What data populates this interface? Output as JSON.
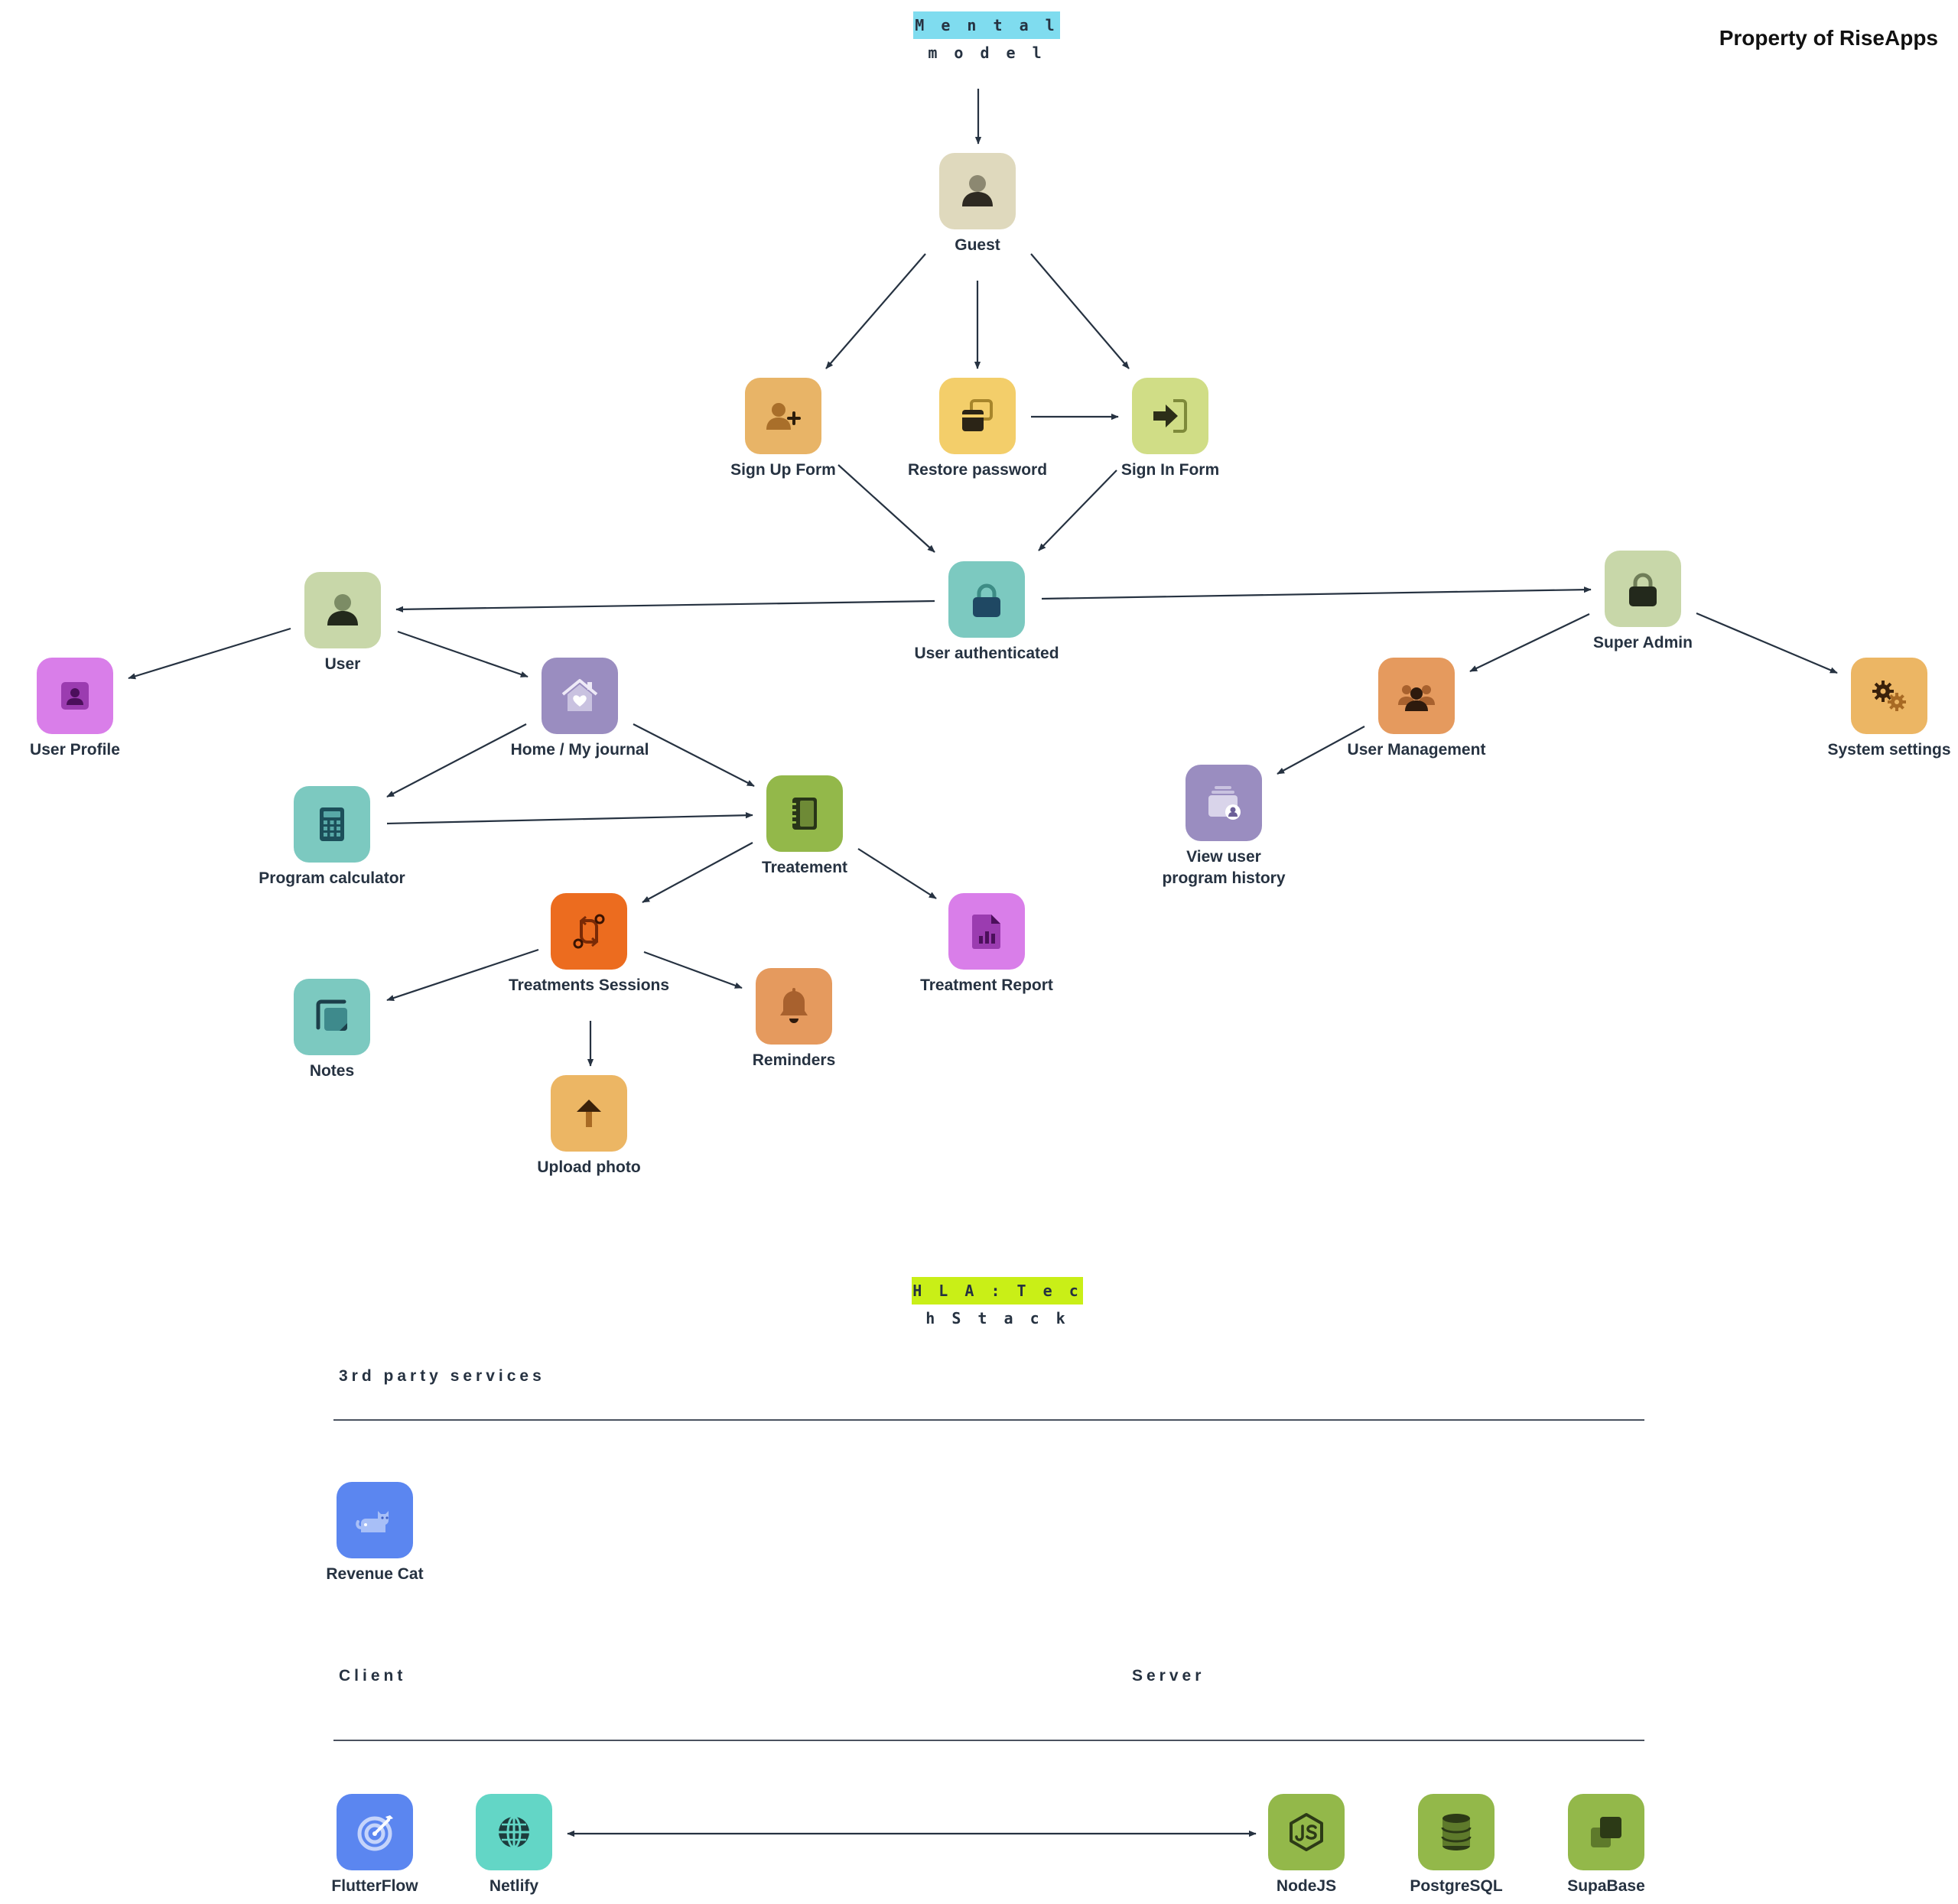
{
  "owner_label": "Property of RiseApps",
  "mental_model": {
    "title": "M e n t a l  m o d e l",
    "title_color": "#7fdcef",
    "nodes": {
      "guest": {
        "label": "Guest",
        "color": "#dfd9bd",
        "icon": "person-icon"
      },
      "sign_up": {
        "label": "Sign Up Form",
        "color": "#e8b467",
        "icon": "person-add-icon"
      },
      "restore": {
        "label": "Restore password",
        "color": "#f3ce6a",
        "icon": "restore-icon"
      },
      "sign_in": {
        "label": "Sign In Form",
        "color": "#d0dd86",
        "icon": "sign-in-icon"
      },
      "authenticated": {
        "label": "User authenticated",
        "color": "#7cc9c0",
        "icon": "lock-icon"
      },
      "user": {
        "label": "User",
        "color": "#c8d7a9",
        "icon": "person-icon"
      },
      "super_admin": {
        "label": "Super Admin",
        "color": "#c8d7a9",
        "icon": "lock-icon"
      },
      "user_profile": {
        "label": "User Profile",
        "color": "#d97ee9",
        "icon": "profile-card-icon"
      },
      "home": {
        "label": "Home / My journal",
        "color": "#9a8dc0",
        "icon": "home-heart-icon"
      },
      "user_management": {
        "label": "User Management",
        "color": "#e59a5e",
        "icon": "group-icon"
      },
      "system_settings": {
        "label": "System settings",
        "color": "#ecb664",
        "icon": "gears-icon"
      },
      "program_calculator": {
        "label": "Program calculator",
        "color": "#7cc9c0",
        "icon": "calculator-icon"
      },
      "treatment": {
        "label": "Treatement",
        "color": "#93b84a",
        "icon": "notebook-icon"
      },
      "view_history": {
        "label_lines": [
          "View user",
          "program history"
        ],
        "color": "#9a8dc0",
        "icon": "history-icon"
      },
      "sessions": {
        "label": "Treatments Sessions",
        "color": "#ec6c1f",
        "icon": "swap-icon"
      },
      "treatment_report": {
        "label": "Treatment Report",
        "color": "#d97ee9",
        "icon": "report-icon"
      },
      "notes": {
        "label": "Notes",
        "color": "#7cc9c0",
        "icon": "notes-icon"
      },
      "reminders": {
        "label": "Reminders",
        "color": "#e59a5e",
        "icon": "bell-icon"
      },
      "upload_photo": {
        "label": "Upload photo",
        "color": "#ecb664",
        "icon": "upload-icon"
      }
    }
  },
  "tech_stack": {
    "title": "H L A : T e c h  S t a c k",
    "title_color": "#c9ef17",
    "third_party_heading": "3rd party services",
    "client_heading": "Client",
    "server_heading": "Server",
    "items": {
      "revenue_cat": {
        "label": "Revenue Cat",
        "color": "#5b86f0",
        "icon": "cat-icon"
      },
      "flutterflow": {
        "label": "FlutterFlow",
        "color": "#5b86f0",
        "icon": "target-icon"
      },
      "netlify": {
        "label": "Netlify",
        "color": "#63d6c6",
        "icon": "globe-icon"
      },
      "nodejs": {
        "label": "NodeJS",
        "color": "#93b84a",
        "icon": "nodejs-icon"
      },
      "postgresql": {
        "label": "PostgreSQL",
        "color": "#93b84a",
        "icon": "database-icon"
      },
      "supabase": {
        "label": "SupaBase",
        "color": "#93b84a",
        "icon": "layers-icon"
      }
    }
  }
}
